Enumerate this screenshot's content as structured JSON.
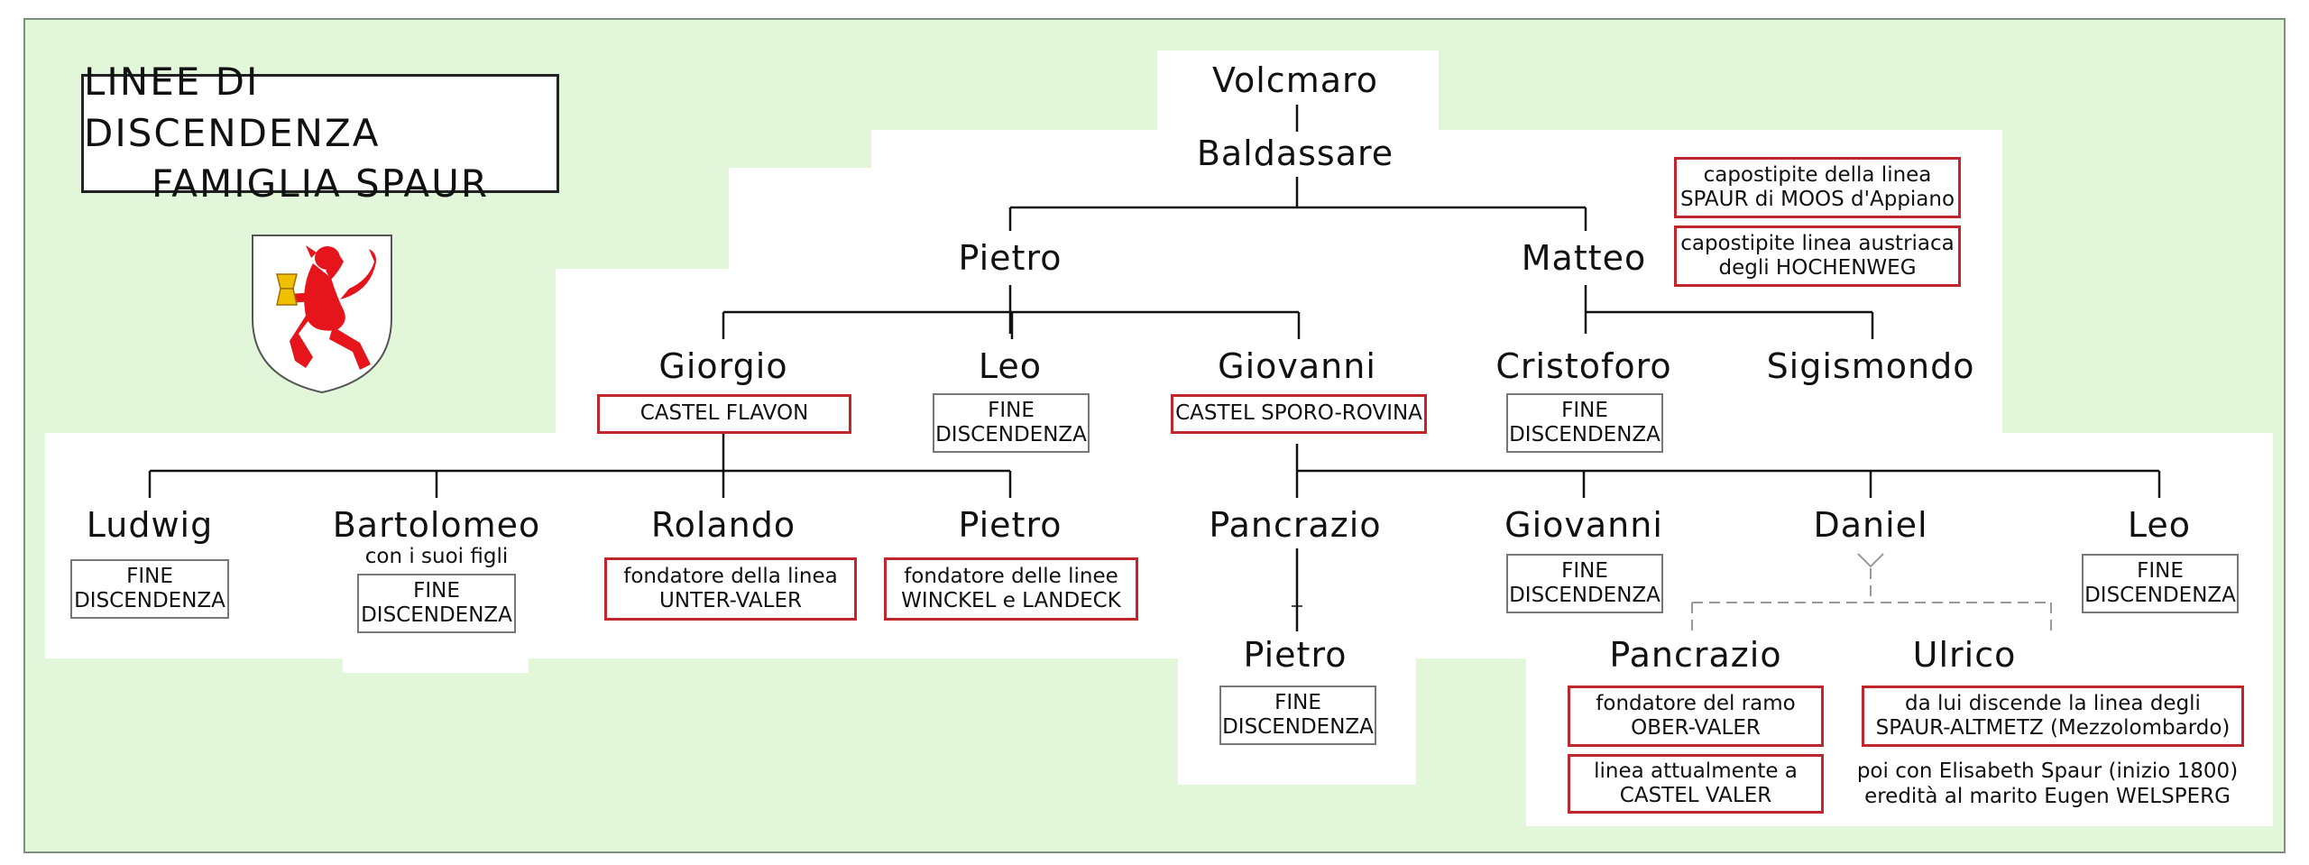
{
  "title": {
    "line1": "LINEE DI DISCENDENZA",
    "line2": "FAMIGLIA SPAUR"
  },
  "coat_of_arms": {
    "icon": "lion-rampant-coat-of-arms-icon",
    "colors": {
      "lion": "#e5151b",
      "cup": "#f0c000",
      "shield_border": "#555555"
    }
  },
  "colors": {
    "background": "#e2f7da",
    "box_red": "#c0272d",
    "box_gray": "#777777"
  },
  "persons": {
    "volcmaro": "Volcmaro",
    "baldassare": "Baldassare",
    "pietro": "Pietro",
    "matteo": "Matteo",
    "giorgio": "Giorgio",
    "leo": "Leo",
    "giovanni": "Giovanni",
    "cristoforo": "Cristoforo",
    "sigismondo": "Sigismondo",
    "ludwig": "Ludwig",
    "bartolomeo": "Bartolomeo",
    "rolando": "Rolando",
    "pietro_2": "Pietro",
    "pancrazio": "Pancrazio",
    "giovanni_2": "Giovanni",
    "daniel": "Daniel",
    "leo_2": "Leo",
    "pietro_3": "Pietro",
    "pancrazio_2": "Pancrazio",
    "ulrico": "Ulrico"
  },
  "notes": {
    "fine_1": "FINE",
    "fine_2": "DISCENDENZA",
    "castel_flavon": "CASTEL FLAVON",
    "castel_sporo": "CASTEL SPORO-ROVINA",
    "capostipite_moos_1": "capostipite della linea",
    "capostipite_moos_2": "SPAUR di MOOS d'Appiano",
    "capostipite_austria_1": "capostipite linea austriaca",
    "capostipite_austria_2": "degli HOCHENWEG",
    "con_figli": "con i suoi figli",
    "rolando_1": "fondatore della linea",
    "rolando_2": "UNTER-VALER",
    "pietro_1": "fondatore delle linee",
    "pietro_2": "WINCKEL e LANDECK",
    "pancrazio_1": "fondatore del ramo",
    "pancrazio_2": "OBER-VALER",
    "valer_1": "linea attualmente a",
    "valer_2": "CASTEL VALER",
    "ulrico_1": "da lui discende la linea degli",
    "ulrico_2": "SPAUR-ALTMETZ (Mezzolombardo)",
    "elisabeth_1": "poi con Elisabeth Spaur (inizio  1800)",
    "elisabeth_2": "eredità al marito Eugen WELSPERG"
  }
}
